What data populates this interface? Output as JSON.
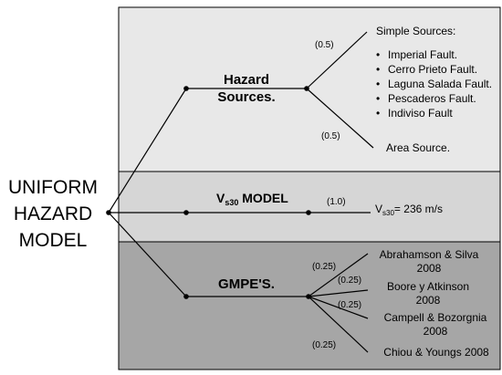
{
  "root": {
    "lines": [
      "UNIFORM",
      "HAZARD",
      "MODEL"
    ]
  },
  "hazard": {
    "label_line1": "Hazard",
    "label_line2": "Sources.",
    "branches": [
      {
        "weight": "(0.5)",
        "label": "Simple Sources:"
      },
      {
        "weight": "(0.5)",
        "label": "Area Source."
      }
    ],
    "faults": [
      "Imperial Fault.",
      "Cerro Prieto Fault.",
      "Laguna Salada Fault.",
      "Pescaderos Fault.",
      "Indiviso Fault"
    ]
  },
  "vs30": {
    "label_main": "V",
    "label_sub": "s30",
    "label_rest": " MODEL",
    "weight": "(1.0)",
    "value_main": "V",
    "value_sub": "s30",
    "value_rest": "= 236 m/s"
  },
  "gmpe": {
    "label": "GMPE'S.",
    "branches": [
      {
        "weight": "(0.25)",
        "line1": "Abrahamson & Silva",
        "line2": "2008"
      },
      {
        "weight": "(0.25)",
        "line1": "Boore y Atkinson",
        "line2": "2008"
      },
      {
        "weight": "(0.25)",
        "line1": "Campell & Bozorgnia",
        "line2": "2008"
      },
      {
        "weight": "(0.25)",
        "line1": "Chiou & Youngs 2008",
        "line2": ""
      }
    ]
  },
  "colors": {
    "panel_top": "#e8e8e8",
    "panel_middle": "#d6d6d6",
    "panel_bottom": "#a6a6a6",
    "line": "#000000"
  }
}
